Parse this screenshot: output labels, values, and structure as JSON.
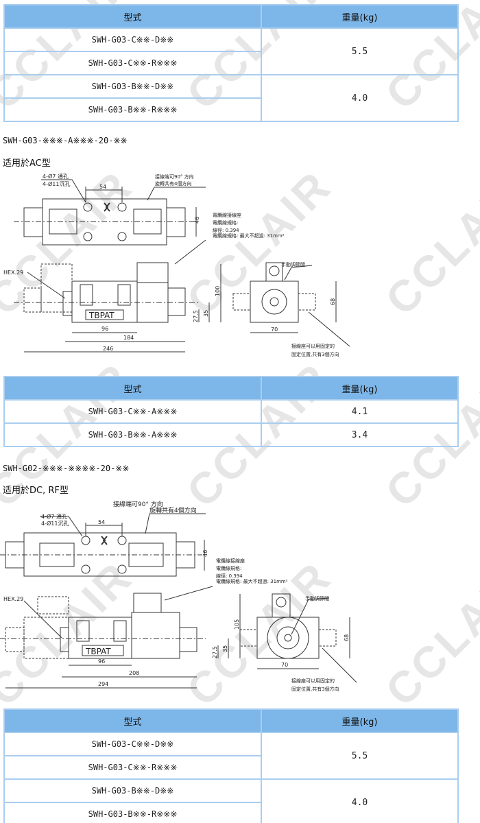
{
  "watermark": "CCLAIR",
  "table1": {
    "headers": [
      "型式",
      "重量(kg)"
    ],
    "rows": [
      [
        "SWH-G03-C※※-D※※",
        "5.5"
      ],
      [
        "SWH-G03-C※※-R※※※",
        ""
      ],
      [
        "SWH-G03-B※※-D※※",
        "4.0"
      ],
      [
        "SWH-G03-B※※-R※※※",
        ""
      ]
    ]
  },
  "section_ac": {
    "model": "SWH-G03-※※※-A※※※-20-※※",
    "subtitle": "适用於AC型"
  },
  "drawing_ac": {
    "holes1": "4-Ø7 通孔",
    "holes2": "4-Ø11沉孔",
    "rot1": "接線端可90° 方向",
    "rot2": "旋轉共有4個方向",
    "dim_54": "54",
    "dim_46": "46",
    "cable1": "電纜線接線座",
    "cable2": "電纜線規格:",
    "cable3": "線徑: 0.394",
    "cable4": "電纜線規格: 最大不超過: 31mm²",
    "hex": "HEX.29",
    "tbpat": "TBPAT",
    "dim_96": "96",
    "dim_total1": "184",
    "dim_total2": "246",
    "dim_h": "100",
    "dim_35": "35",
    "dim_275": "27.5",
    "manual": "手動調節閥",
    "dim_68": "68",
    "dim_70": "70",
    "fix1": "接線座可以用固定的",
    "fix2": "固定位置,共有3個方向"
  },
  "table2": {
    "headers": [
      "型式",
      "重量(kg)"
    ],
    "rows": [
      [
        "SWH-G03-C※※-A※※※",
        "4.1"
      ],
      [
        "SWH-G03-B※※-A※※※",
        "3.4"
      ]
    ]
  },
  "section_dc": {
    "model": "SWH-G02-※※※-※※※※-20-※※",
    "subtitle": "适用於DC, RF型"
  },
  "drawing_dc": {
    "holes1": "4-Ø7 通孔",
    "holes2": "4-Ø11沉孔",
    "rot1": "接線端可90° 方向",
    "rot2": "旋轉共有4個方向",
    "dim_54": "54",
    "dim_46": "46",
    "cable1": "電纜線接線座",
    "cable2": "電纜線規格:",
    "cable3": "線徑: 0.394",
    "cable4": "電纜線規格: 最大不超過: 31mm²",
    "hex": "HEX.29",
    "tbpat": "TBPAT",
    "dim_96": "96",
    "dim_total1": "208",
    "dim_total2": "294",
    "dim_h": "105",
    "dim_35": "35",
    "dim_275": "27.5",
    "manual": "手動調節閥",
    "dim_68": "68",
    "dim_70": "70",
    "fix1": "接線座可以用固定的",
    "fix2": "固定位置,共有3個方向"
  },
  "table3": {
    "headers": [
      "型式",
      "重量(kg)"
    ],
    "rows": [
      [
        "SWH-G03-C※※-D※※",
        "5.5"
      ],
      [
        "SWH-G03-C※※-R※※※",
        ""
      ],
      [
        "SWH-G03-B※※-D※※",
        "4.0"
      ],
      [
        "SWH-G03-B※※-R※※※",
        ""
      ]
    ]
  }
}
